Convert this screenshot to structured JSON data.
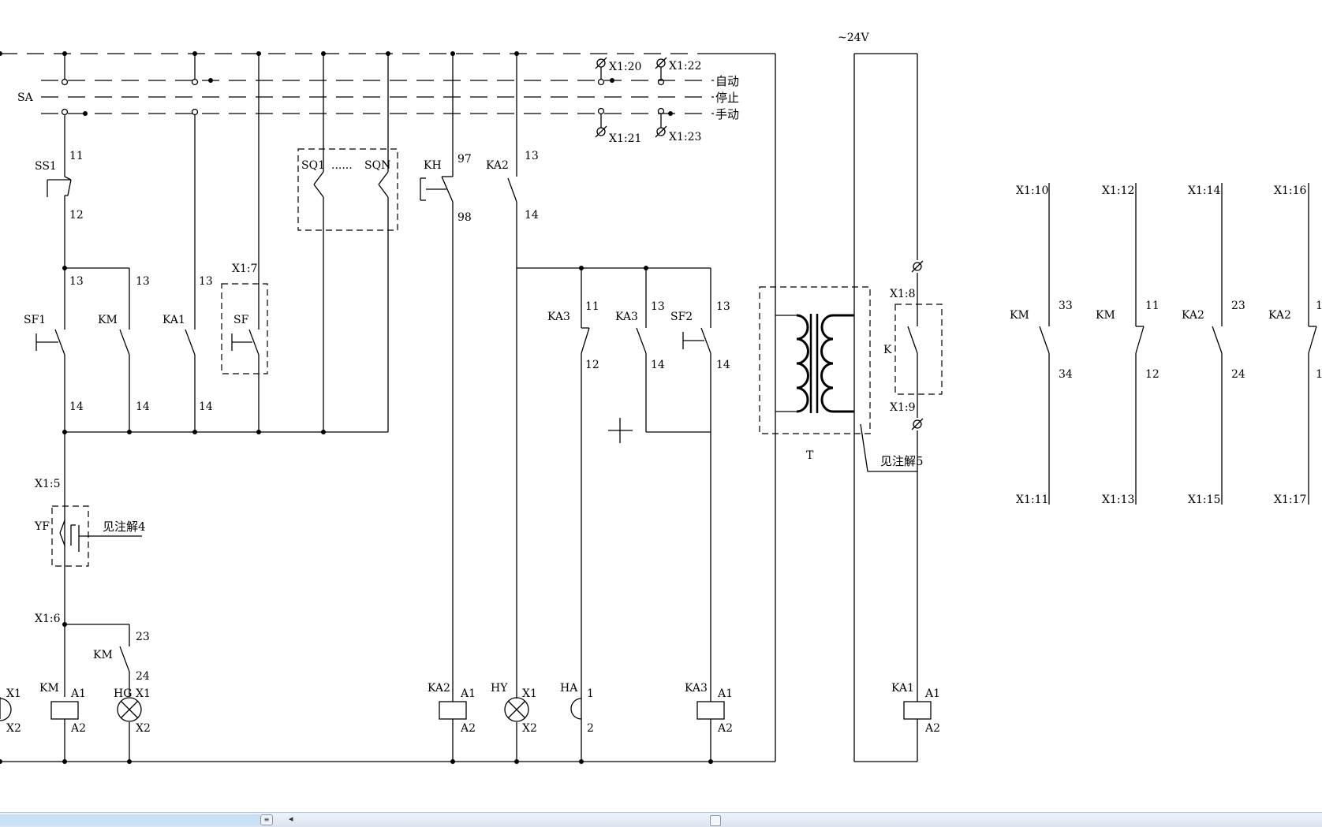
{
  "labels": {
    "sa": "SA",
    "auto": "自动",
    "stop": "停止",
    "manual": "手动",
    "v24": "~24V",
    "ss1": "SS1",
    "sq1": "SQ1",
    "sqn": "SQN",
    "dots": "......",
    "kh": "KH",
    "ka2": "KA2",
    "x1_20": "X1:20",
    "x1_22": "X1:22",
    "x1_21": "X1:21",
    "x1_23": "X1:23",
    "x1_7": "X1:7",
    "sf1": "SF1",
    "km": "KM",
    "ka1": "KA1",
    "sf": "SF",
    "ka3": "KA3",
    "sf2": "SF2",
    "x1_8": "X1:8",
    "x1_9": "X1:9",
    "k": "K",
    "t": "T",
    "note5": "见注解5",
    "note4": "见注解4",
    "x1_5": "X1:5",
    "yf": "YF",
    "x1_6": "X1:6",
    "hg": "HG",
    "hy": "HY",
    "ha": "HA",
    "x1_10": "X1:10",
    "x1_12": "X1:12",
    "x1_14": "X1:14",
    "x1_16": "X1:16",
    "x1_11": "X1:11",
    "x1_13": "X1:13",
    "x1_15": "X1:15",
    "x1_17": "X1:17",
    "a1": "A1",
    "a2": "A2",
    "x1": "X1",
    "x2": "X2",
    "n1": "1",
    "n2": "2",
    "n11": "11",
    "n12": "12",
    "n13": "13",
    "n14": "14",
    "n23": "23",
    "n24": "24",
    "n33": "33",
    "n34": "34",
    "n97": "97",
    "n98": "98"
  }
}
